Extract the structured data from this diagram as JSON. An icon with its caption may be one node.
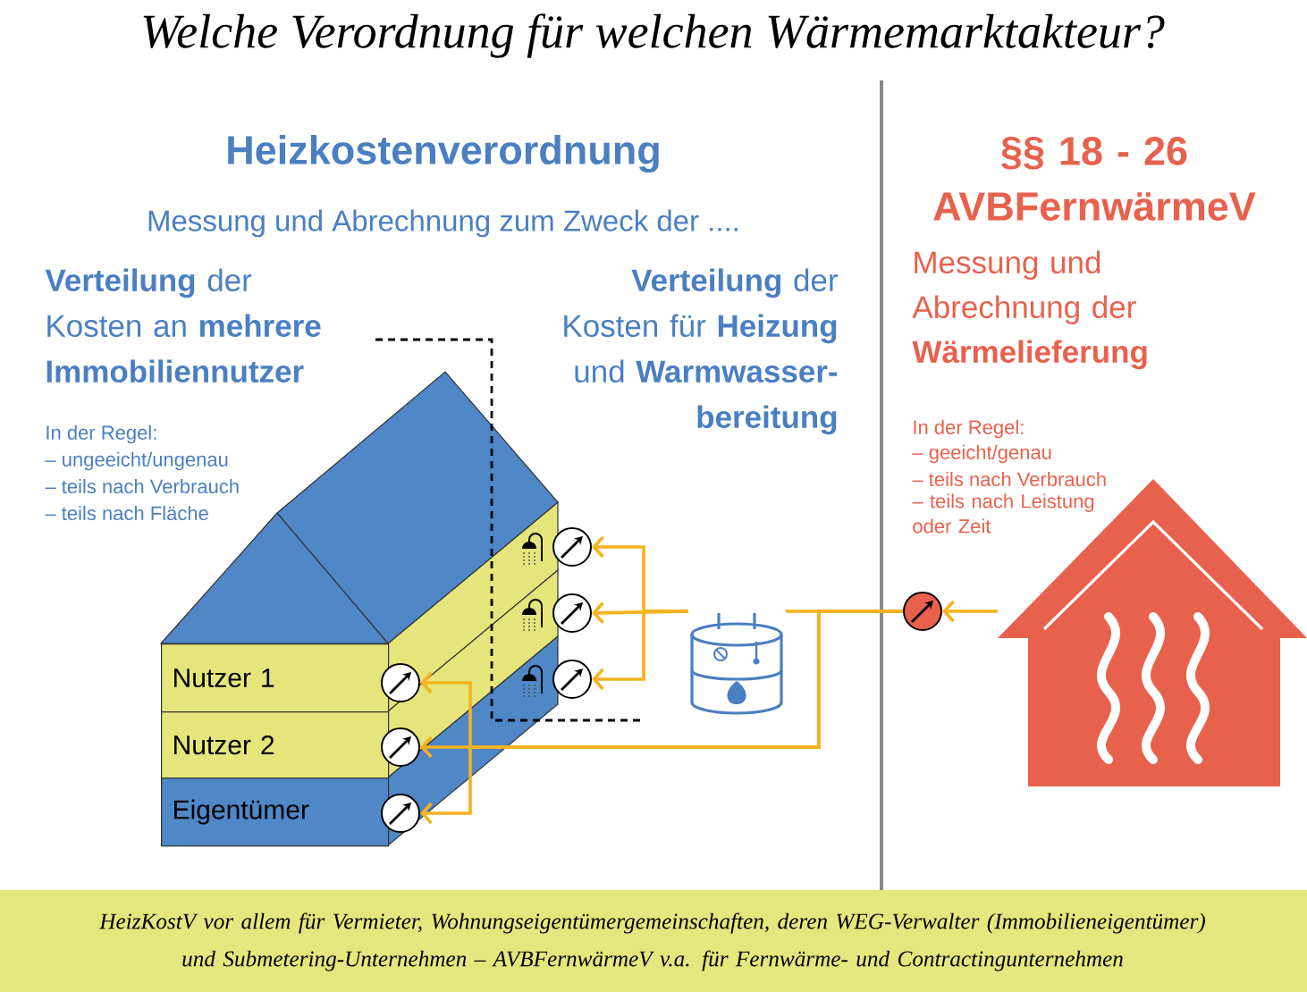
{
  "diagram": {
    "title": "Welche Verordnung für welchen Wärmemarktakteur?",
    "caption": "HeizKostV vor allem für Vermieter, Wohnungseigentümergemeinschaften, deren WEG-Verwalter (Immobilieneigentümer) und Submetering-Unternehmen – AVBFernwärmeV v.a. für Fernwärme- und Contractingunternehmen",
    "nodes": [
      {
        "text": [],
        "shape": "picture"
      },
      {
        "text": [],
        "shape": "circle"
      },
      {
        "text": [],
        "shape": "cylinder"
      },
      {
        "text": [],
        "shape": "circle"
      },
      {
        "text": [],
        "shape": "circle"
      },
      {
        "text": [],
        "shape": "circle"
      },
      {
        "text": [
          "Nutzer 1"
        ]
      },
      {
        "text": [
          "Nutzer 2"
        ]
      },
      {
        "text": [
          "Eigentümer"
        ]
      },
      {
        "text": [],
        "shape": "circle"
      },
      {
        "text": [],
        "shape": "circle"
      },
      {
        "text": [],
        "shape": "circle"
      }
    ],
    "edges": [
      {
        "from": 0,
        "to": 1,
        "arrow": "to"
      },
      {
        "from": 1,
        "to": 2,
        "arrow": "none"
      },
      {
        "from": 2,
        "to": 3,
        "arrow": "to"
      },
      {
        "from": 2,
        "to": 4,
        "arrow": "to"
      },
      {
        "from": 2,
        "to": 5,
        "arrow": "to"
      },
      {
        "from": 1,
        "to": 9,
        "arrow": "to"
      },
      {
        "from": 1,
        "to": 10,
        "arrow": "to"
      },
      {
        "from": 1,
        "to": 11,
        "arrow": "to"
      }
    ],
    "labels": [
      "Heizkostenverordnung",
      "Messung und Abrechnung zum Zweck der ....",
      "§§ 18 - 26 AVBFernwärmeV",
      "**Verteilung** der Kosten an **mehrere Immobiliennutzer**",
      "**Verteilung** der Kosten für **Heizung** und **Warmwasser-bereitung**",
      "Messung und Abrechnung der **Wärmelieferung**",
      "In der Regel:",
      "– ungeeicht/ungenau",
      "– teils nach Verbrauch",
      "– teils nach Fläche",
      "In der Regel:",
      "– geeicht/genau",
      "– teils nach Verbrauch",
      "– teils nach Leistung oder Zeit"
    ]
  }
}
